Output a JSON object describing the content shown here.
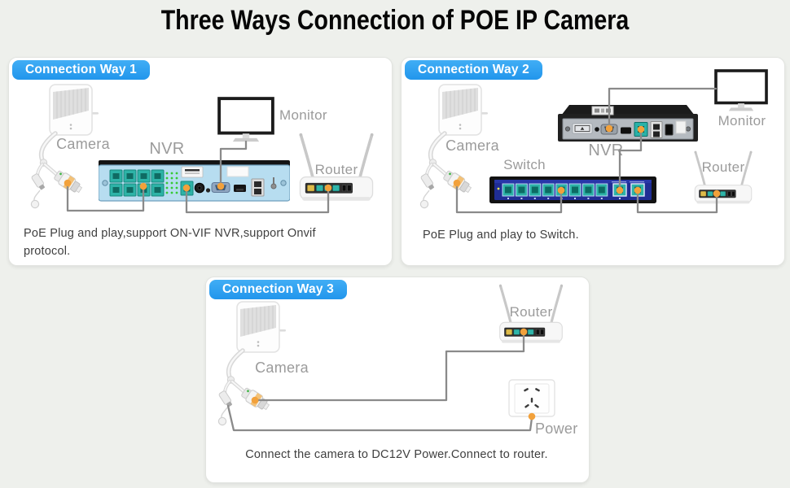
{
  "title": "Three Ways Connection of POE IP Camera",
  "colors": {
    "page_bg": "#eef0ec",
    "badge_blue": "#2f9fee",
    "cable_gray": "#8a8a8a",
    "connector_dot_orange": "#f2a13b",
    "label_gray": "#9b9b9b",
    "port_teal": "#2db3a7",
    "nvr_rear_panel_blue": "#b7ddf0",
    "switch_face_blue": "#1f2d94"
  },
  "panels": [
    {
      "badge": "Connection Way 1",
      "description": "PoE Plug and play,support ON-VIF NVR,support Onvif protocol.",
      "labels": {
        "camera": "Camera",
        "nvr": "NVR",
        "monitor": "Monitor",
        "router": "Router"
      }
    },
    {
      "badge": "Connection Way 2",
      "description": "PoE Plug and play to Switch.",
      "labels": {
        "camera": "Camera",
        "nvr": "NVR",
        "monitor": "Monitor",
        "switch": "Switch",
        "router": "Router"
      }
    },
    {
      "badge": "Connection Way 3",
      "description": "Connect the camera to DC12V Power.Connect to router.",
      "labels": {
        "camera": "Camera",
        "router": "Router",
        "power": "Power"
      }
    }
  ]
}
